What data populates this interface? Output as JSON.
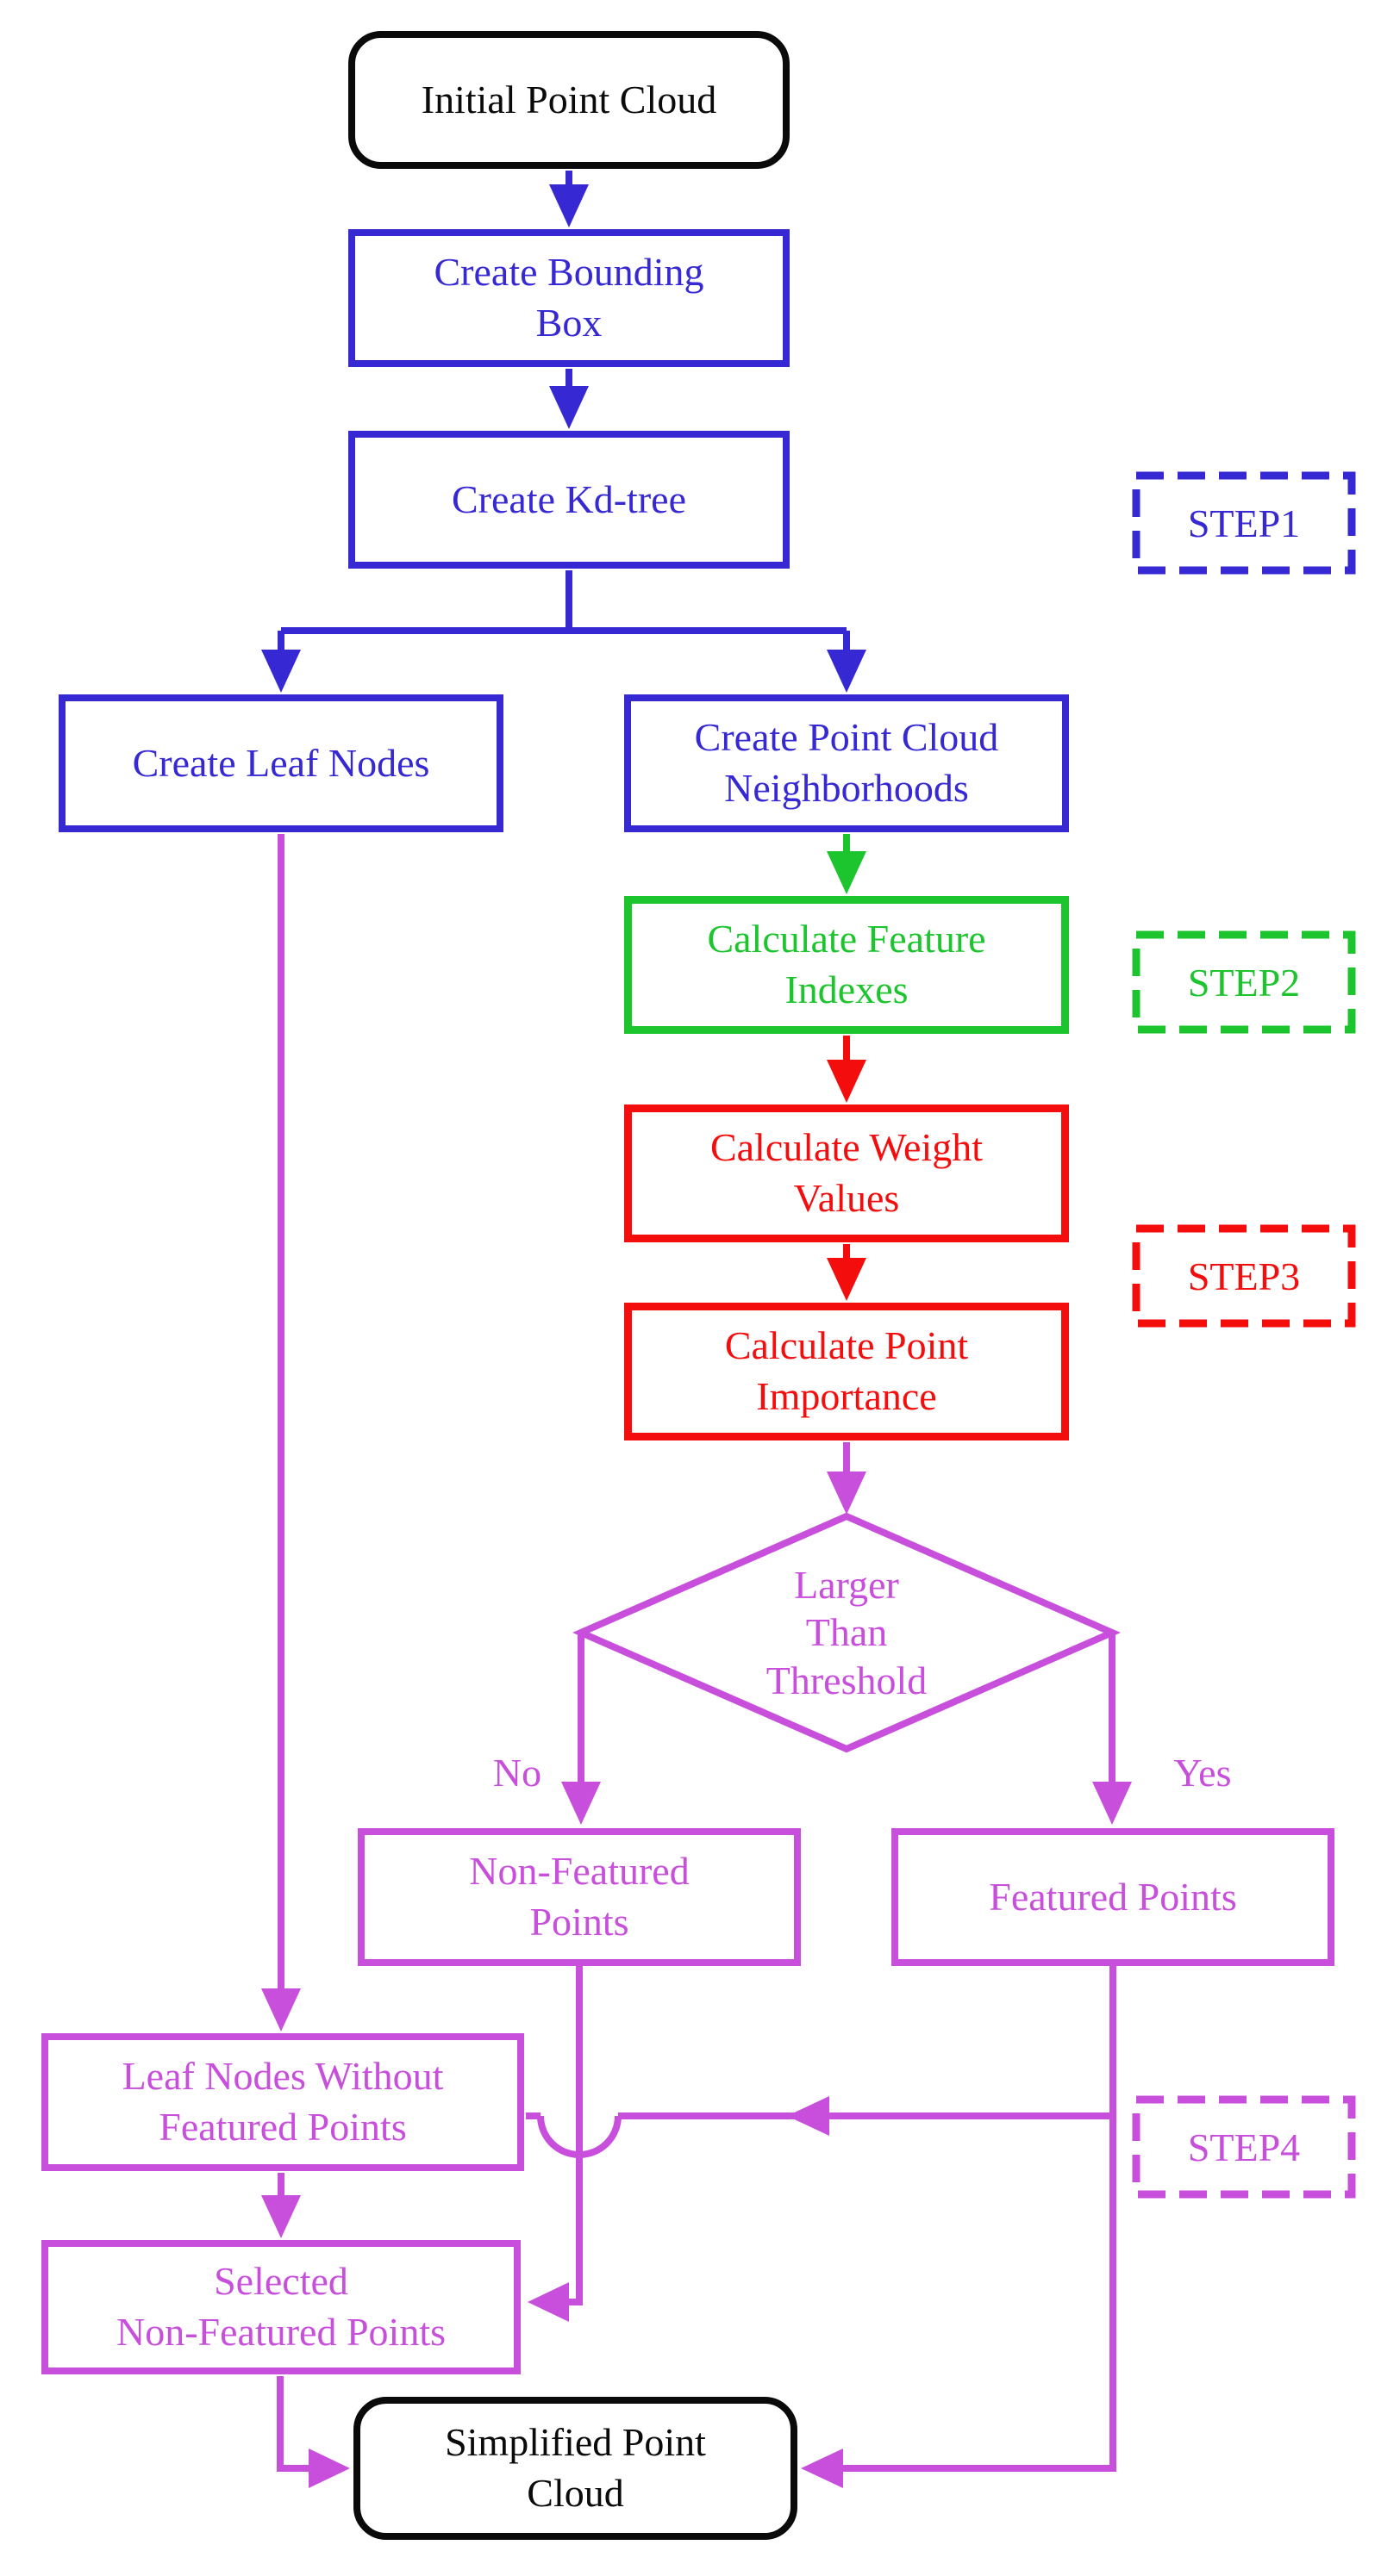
{
  "colors": {
    "blue": "#3629D4",
    "green": "#1CC42E",
    "red": "#F30D0D",
    "magenta": "#C84FDC",
    "black": "#0A0A0A"
  },
  "nodes": {
    "initial_point_cloud": {
      "label": "Initial Point Cloud"
    },
    "create_bounding_box": {
      "label": "Create Bounding\nBox"
    },
    "create_kd_tree": {
      "label": "Create Kd-tree"
    },
    "create_leaf_nodes": {
      "label": "Create Leaf  Nodes"
    },
    "create_point_cloud_neighborhoods": {
      "label": "Create Point Cloud\nNeighborhoods"
    },
    "calculate_feature_indexes": {
      "label": "Calculate Feature\nIndexes"
    },
    "calculate_weight_values": {
      "label": "Calculate Weight\nValues"
    },
    "calculate_point_importance": {
      "label": "Calculate Point\nImportance"
    },
    "larger_than_threshold": {
      "label": "Larger\nThan\nThreshold"
    },
    "non_featured_points": {
      "label": "Non-Featured\nPoints"
    },
    "featured_points": {
      "label": "Featured Points"
    },
    "leaf_nodes_without_featured_points": {
      "label": "Leaf Nodes Without\nFeatured Points"
    },
    "selected_non_featured_points": {
      "label": "Selected\nNon-Featured Points"
    },
    "simplified_point_cloud": {
      "label": "Simplified Point\nCloud"
    }
  },
  "steps": {
    "step1": {
      "label": "STEP1"
    },
    "step2": {
      "label": "STEP2"
    },
    "step3": {
      "label": "STEP3"
    },
    "step4": {
      "label": "STEP4"
    }
  },
  "edge_labels": {
    "no": "No",
    "yes": "Yes"
  }
}
